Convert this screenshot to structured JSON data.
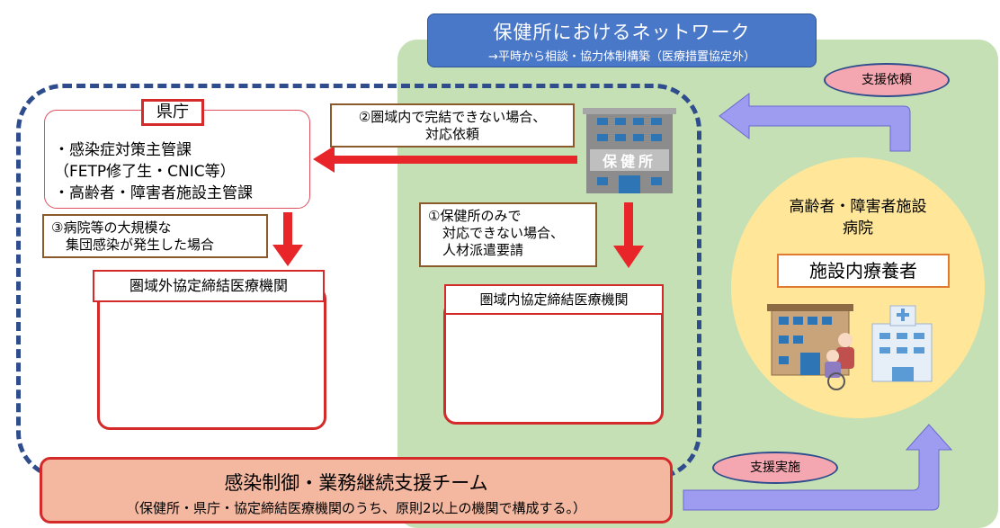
{
  "title": {
    "main": "保健所におけるネットワーク",
    "sub": "→平時から相談・協力体制構築（医療措置協定外）"
  },
  "kencho": {
    "label": "県庁",
    "lines": [
      "・感染症対策主管課",
      "（FETP修了生・CNIC等）",
      "・高齢者・障害者施設主管課"
    ]
  },
  "notes": {
    "step2": [
      "②圏域内で完結できない場合、",
      "対応依頼"
    ],
    "step3": [
      "③病院等の大規模な",
      "集団感染が発生した場合"
    ],
    "step1": [
      "①保健所のみで",
      "対応できない場合、",
      "人材派遣要請"
    ]
  },
  "hokenjo_sign": "保健所",
  "hospitals": {
    "outside": "圏域外協定締結医療機関",
    "inside": "圏域内協定締結医療機関"
  },
  "facility": {
    "title_lines": [
      "高齢者・障害者施設",
      "病院"
    ],
    "patients_label": "施設内療養者"
  },
  "badges": {
    "request": "支援依頼",
    "implement": "支援実施"
  },
  "team": {
    "title": "感染制御・業務継続支援チーム",
    "sub": "（保健所・県庁・協定締結医療機関のうち、原則2以上の機関で構成する。）"
  },
  "colors": {
    "red": "#d42a2a",
    "navy": "#2f4d8c",
    "green": "#c5e0b4",
    "yellow": "#ffe699",
    "lavender": "#9e9cf0"
  }
}
